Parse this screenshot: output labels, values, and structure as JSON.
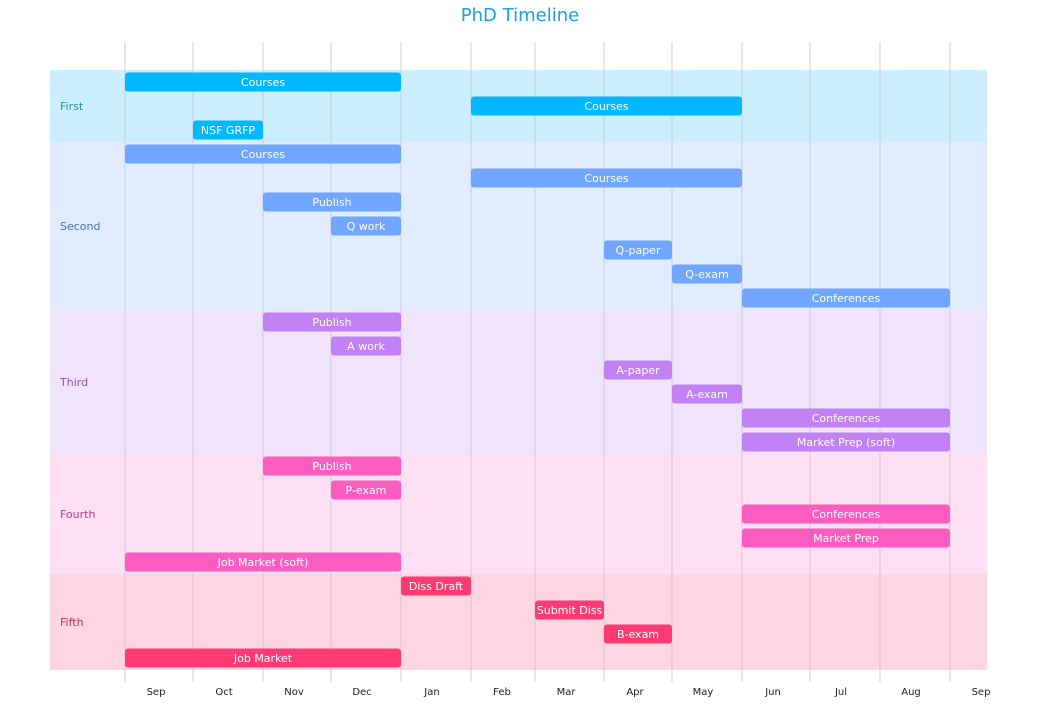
{
  "chart_data": {
    "type": "gantt",
    "title": "PhD Timeline",
    "x_axis": {
      "ticks": [
        "Sep",
        "Oct",
        "Nov",
        "Dec",
        "Jan",
        "Feb",
        "Mar",
        "Apr",
        "May",
        "Jun",
        "Jul",
        "Aug",
        "Sep"
      ]
    },
    "groups": [
      {
        "name": "First",
        "band_color": "#ccefff",
        "bar_color": "#00b8ff",
        "label_color": "#1f8fb8",
        "tasks": [
          {
            "label": "Courses",
            "start": "Sep",
            "end": "Jan"
          },
          {
            "label": "Courses",
            "start": "Feb",
            "end": "Jun"
          },
          {
            "label": "NSF GRFP",
            "start": "Oct",
            "end": "Nov"
          }
        ]
      },
      {
        "name": "Second",
        "band_color": "#e1ecff",
        "bar_color": "#70a6ff",
        "label_color": "#4f6fb0",
        "tasks": [
          {
            "label": "Courses",
            "start": "Sep",
            "end": "Jan"
          },
          {
            "label": "Courses",
            "start": "Feb",
            "end": "Jun"
          },
          {
            "label": "Publish",
            "start": "Nov",
            "end": "Jan"
          },
          {
            "label": "Q work",
            "start": "Dec",
            "end": "Jan"
          },
          {
            "label": "Q-paper",
            "start": "Apr",
            "end": "May"
          },
          {
            "label": "Q-exam",
            "start": "May",
            "end": "Jun"
          },
          {
            "label": "Conferences",
            "start": "Jun",
            "end": "Sep"
          }
        ]
      },
      {
        "name": "Third",
        "band_color": "#f0e4fd",
        "bar_color": "#c280f5",
        "label_color": "#8a55b5",
        "tasks": [
          {
            "label": "Publish",
            "start": "Nov",
            "end": "Jan"
          },
          {
            "label": "A work",
            "start": "Dec",
            "end": "Jan"
          },
          {
            "label": "A-paper",
            "start": "Apr",
            "end": "May"
          },
          {
            "label": "A-exam",
            "start": "May",
            "end": "Jun"
          },
          {
            "label": "Conferences",
            "start": "Jun",
            "end": "Sep"
          },
          {
            "label": "Market Prep (soft)",
            "start": "Jun",
            "end": "Sep"
          }
        ]
      },
      {
        "name": "Fourth",
        "band_color": "#fde0f3",
        "bar_color": "#fb5cc0",
        "label_color": "#b83c8c",
        "tasks": [
          {
            "label": "Publish",
            "start": "Nov",
            "end": "Jan"
          },
          {
            "label": "P-exam",
            "start": "Dec",
            "end": "Jan"
          },
          {
            "label": "Conferences",
            "start": "Jun",
            "end": "Sep"
          },
          {
            "label": "Market Prep",
            "start": "Jun",
            "end": "Sep"
          },
          {
            "label": "Job Market (soft)",
            "start": "Sep",
            "end": "Jan"
          }
        ]
      },
      {
        "name": "Fifth",
        "band_color": "#fed6e2",
        "bar_color": "#ff3a72",
        "label_color": "#c12a5a",
        "tasks": [
          {
            "label": "Diss Draft",
            "start": "Jan",
            "end": "Feb"
          },
          {
            "label": "Submit Diss",
            "start": "Mar",
            "end": "Apr"
          },
          {
            "label": "B-exam",
            "start": "Apr",
            "end": "May"
          },
          {
            "label": "Job Market",
            "start": "Sep",
            "end": "Jan"
          }
        ]
      }
    ]
  }
}
